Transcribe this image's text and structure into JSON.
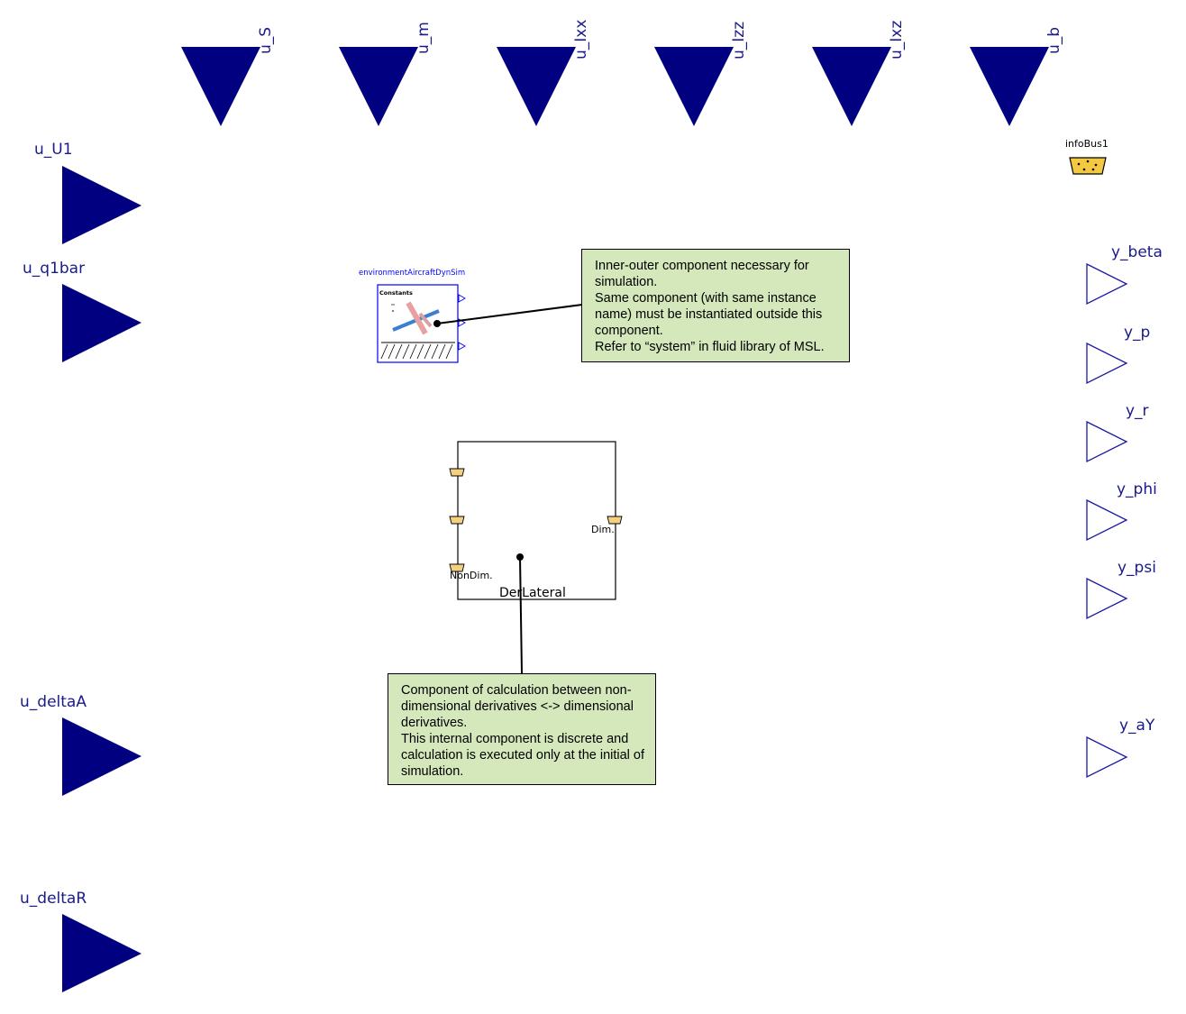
{
  "top_inputs": [
    "u_S",
    "u_m",
    "u_Ixx",
    "u_Izz",
    "u_Ixz",
    "u_b"
  ],
  "left_inputs": [
    "u_U1",
    "u_q1bar",
    "u_deltaA",
    "u_deltaR"
  ],
  "right_outputs": [
    "y_beta",
    "y_p",
    "y_r",
    "y_phi",
    "y_psi",
    "y_aY"
  ],
  "info_bus": {
    "label": "infoBus1"
  },
  "environment_block": {
    "instance_name": "environmentAircraftDynSim",
    "inner_label": "Constants"
  },
  "der_block": {
    "name": "DerLateral",
    "port_left_label": "NonDim.",
    "port_right_label": "Dim."
  },
  "notes": {
    "environment": "Inner-outer component necessary for simulation.\nSame component (with same instance name) must be instantiated outside this component.\nRefer to “system” in fluid library of MSL.",
    "derivatives": "Component of calculation between non-dimensional derivatives <-> dimensional derivatives.\nThis internal component is discrete and calculation is executed only at the initial of simulation."
  },
  "colors": {
    "connector_fill": "#000080",
    "output_stroke": "#1a1aa6",
    "note_bg": "#d5e8bc",
    "bus_fill": "#f5c842"
  }
}
